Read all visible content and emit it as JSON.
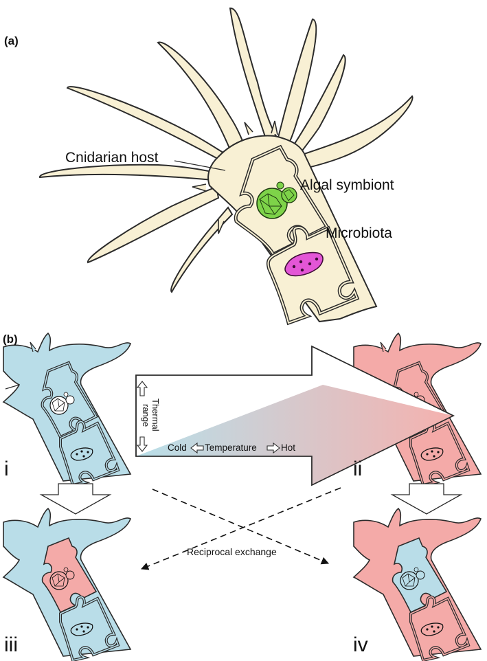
{
  "panels": {
    "a": "(a)",
    "b": "(b)"
  },
  "labels": {
    "host": "Cnidarian host",
    "algal": "Algal symbiont",
    "microbiota": "Microbiota"
  },
  "romans": [
    "i",
    "ii",
    "iii",
    "iv"
  ],
  "arrow": {
    "thermal_line1": "Thermal",
    "thermal_line2": "range",
    "cold": "Cold",
    "temperature": "Temperature",
    "hot": "Hot"
  },
  "exchange": "Reciprocal exchange",
  "colors": {
    "host_large": "#f8f0d4",
    "cold": "#b9dde8",
    "hot": "#f4aaa8",
    "algae": "#7ed349",
    "microbe": "#e356d6",
    "outline": "#2b2b2b"
  }
}
